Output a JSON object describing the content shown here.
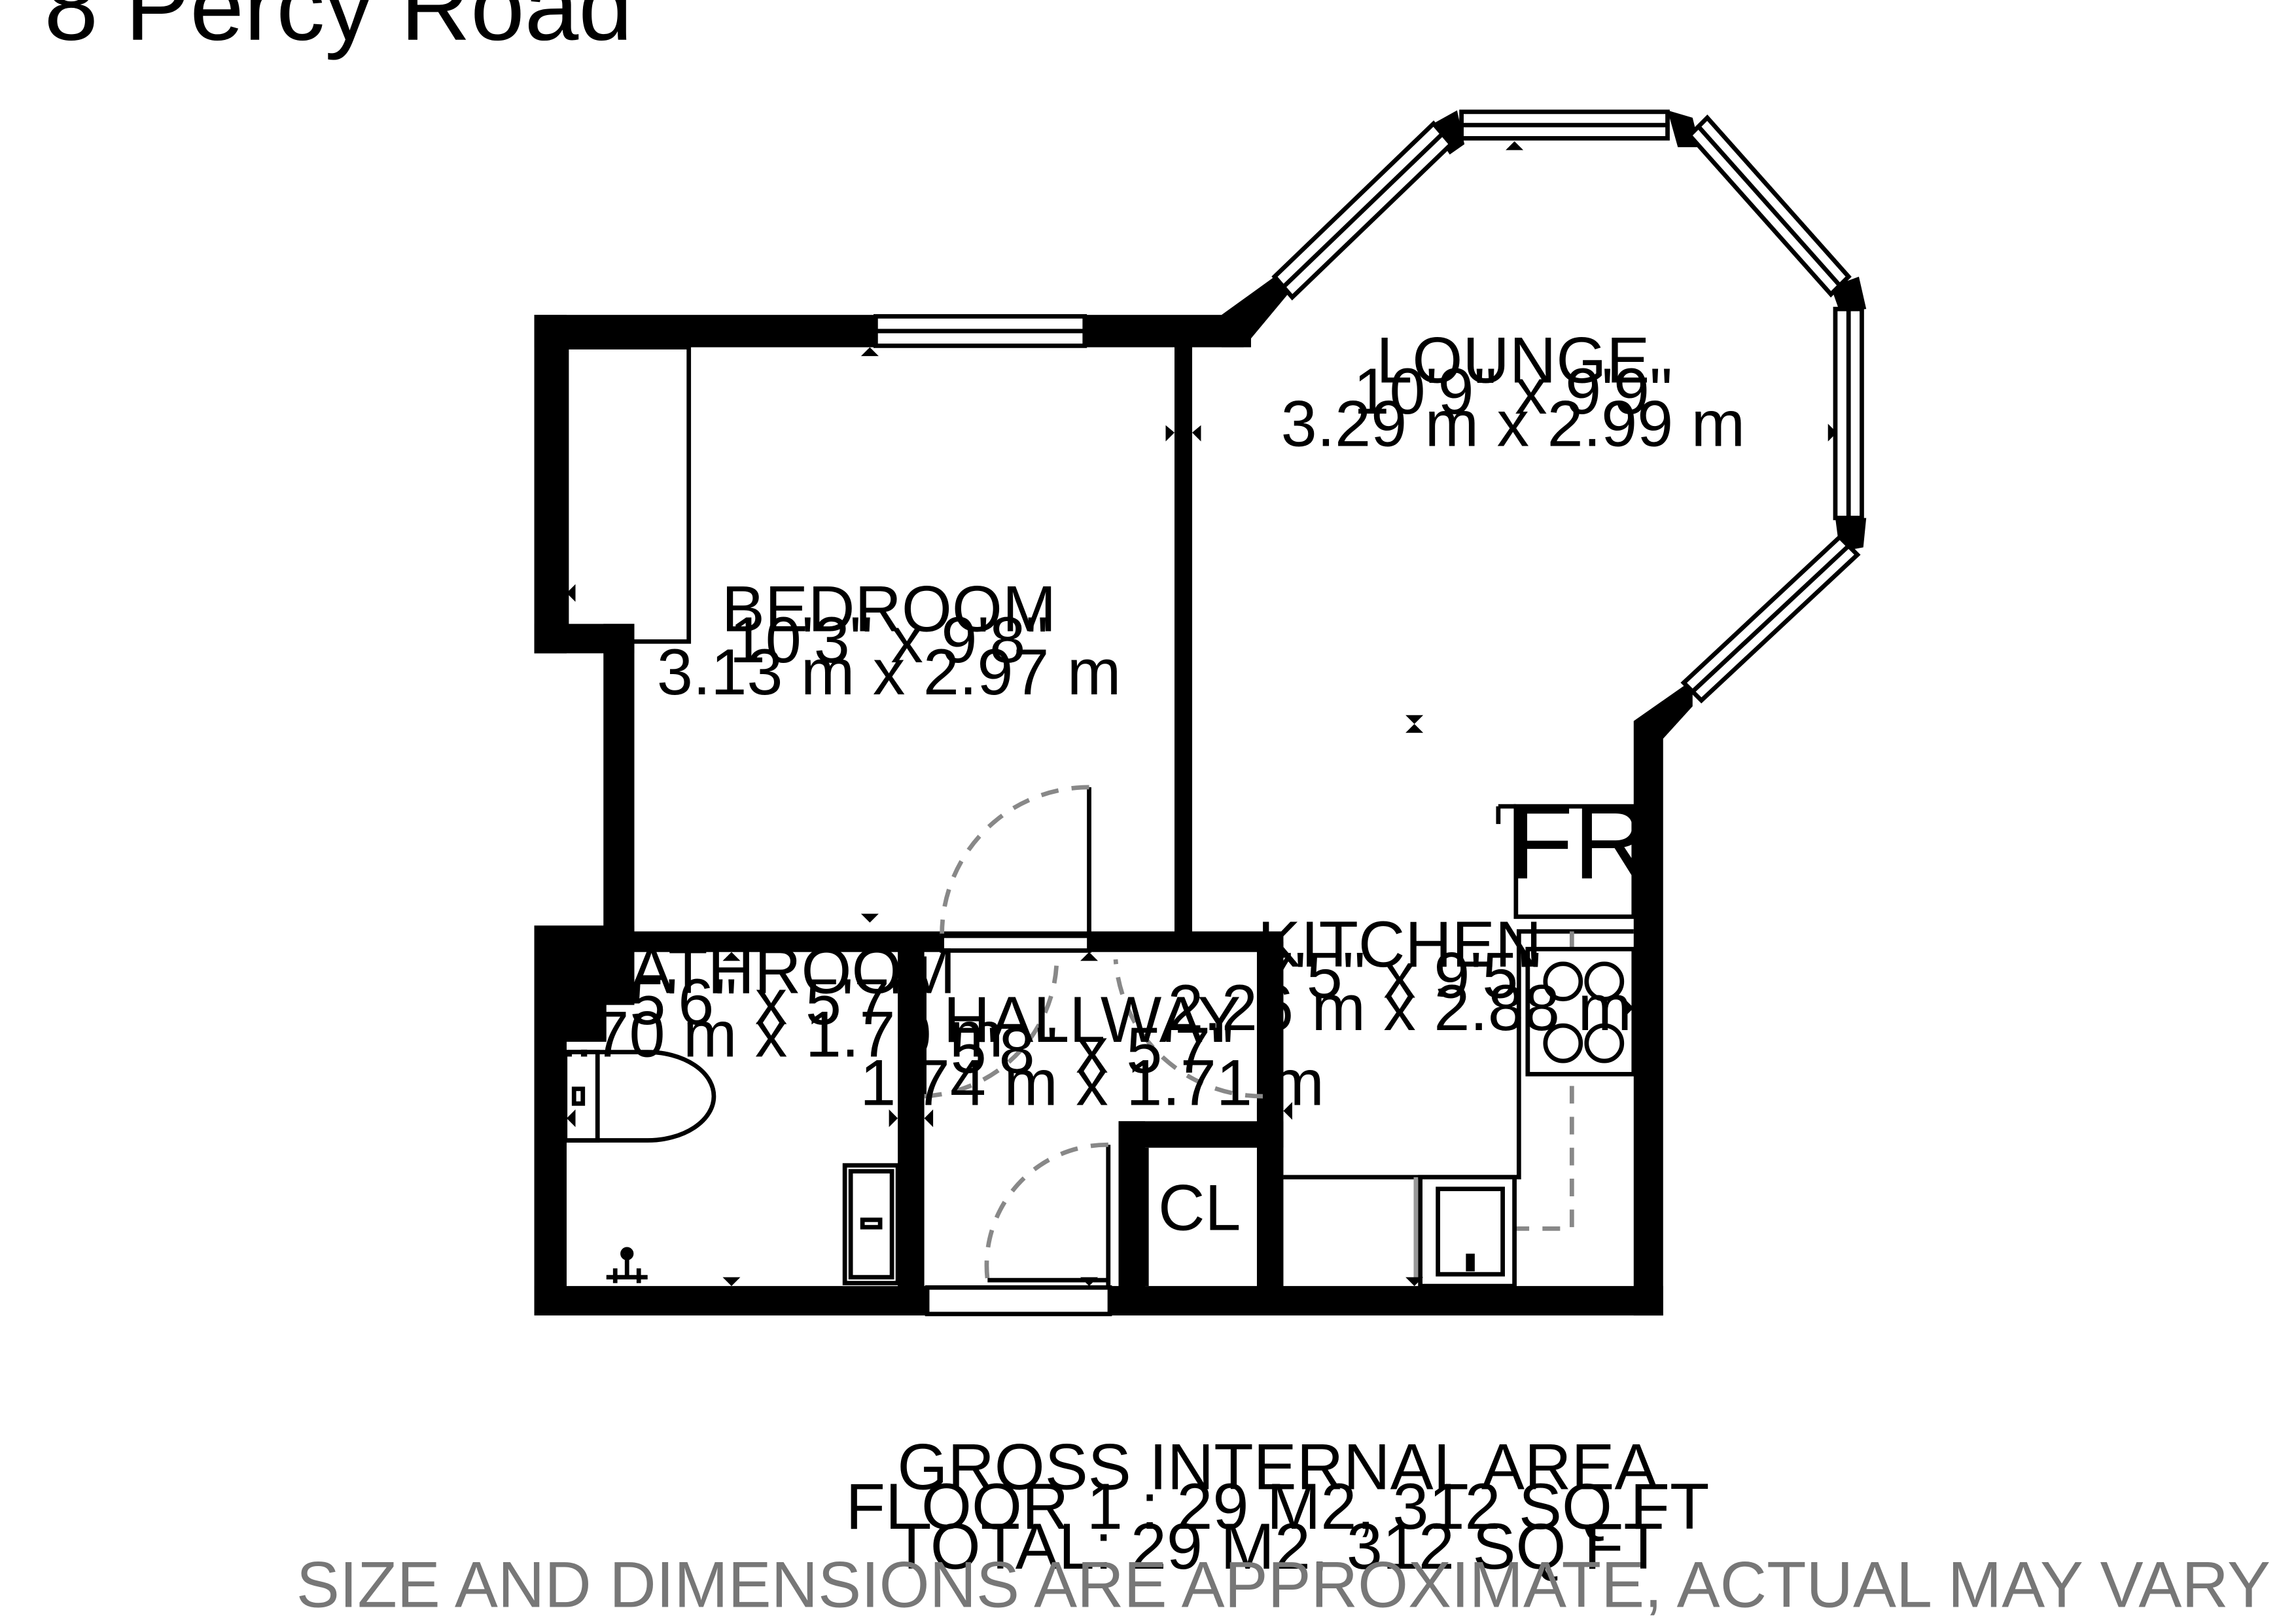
{
  "property": {
    "address": "8 Percy Road"
  },
  "rooms": [
    {
      "id": "lounge",
      "name": "LOUNGE",
      "imperial": "10'9\" x 9'9\"",
      "metric": "3.29 m x 2.99 m"
    },
    {
      "id": "bedroom",
      "name": "BEDROOM",
      "imperial": "10'3\" x 9'8\"",
      "metric": "3.13 m x 2.97 m"
    },
    {
      "id": "kitchen",
      "name": "KITCHEN",
      "imperial": "7'5\" x 9'5\"",
      "metric": "2.26 m x 2.88 m"
    },
    {
      "id": "bathroom",
      "name": "BATHROOM",
      "imperial": "5'6\" x 5'7\"",
      "metric": "1.70 m x 1.70 m"
    },
    {
      "id": "hallway",
      "name": "HALLWAY",
      "imperial": "5'8\" x 5'7\"",
      "metric": "1.74 m x 1.71 m"
    }
  ],
  "fixtures": {
    "fridge": "FR",
    "cupboard": "CL"
  },
  "area": {
    "heading": "GROSS INTERNAL AREA",
    "floor": "FLOOR 1 : 29 M2, 312 SQ FT",
    "total": "TOTAL: 29 M2, 312 SQ FT",
    "disclaimer": "SIZE AND DIMENSIONS ARE APPROXIMATE, ACTUAL MAY VARY"
  }
}
